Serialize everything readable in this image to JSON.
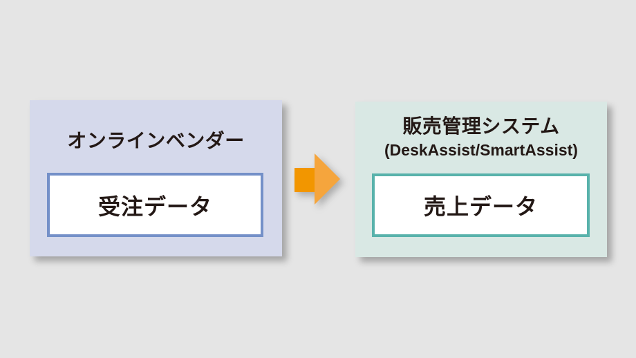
{
  "diagram": {
    "source": {
      "title": "オンラインベンダー",
      "data_label": "受注データ"
    },
    "target": {
      "title": "販売管理システム",
      "subtitle": "(DeskAssist/SmartAssist)",
      "data_label": "売上データ"
    },
    "arrow": {
      "name": "right-arrow",
      "direction": "left-to-right"
    },
    "colors": {
      "canvas_bg": "#e5e5e5",
      "text": "#231815",
      "source_box_fill": "#d5d9eb",
      "source_inner_border": "#7490c8",
      "target_box_fill": "#d9e8e4",
      "target_inner_border": "#58b2ab",
      "inner_box_fill": "#ffffff",
      "arrow_shaft": "#f29600",
      "arrow_head": "#f5a53d"
    }
  }
}
